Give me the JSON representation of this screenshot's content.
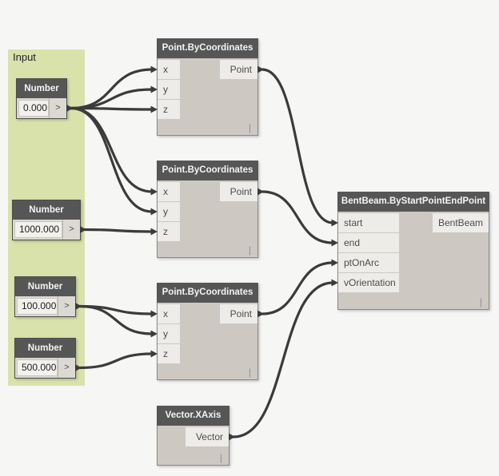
{
  "colors": {
    "background": "#f6f6f5",
    "group_fill": "#d9e2ab",
    "node_header": "#565656",
    "node_body": "#cdc9c2",
    "port_fill": "#edece8",
    "wire": "#3b3b3b"
  },
  "group": {
    "label": "Input"
  },
  "nodes": {
    "number1": {
      "title": "Number",
      "value": "0.000",
      "port_glyph": ">",
      "output": ""
    },
    "number2": {
      "title": "Number",
      "value": "1000.000",
      "port_glyph": ">",
      "output": ""
    },
    "number3": {
      "title": "Number",
      "value": "100.000",
      "port_glyph": ">",
      "output": ""
    },
    "number4": {
      "title": "Number",
      "value": "500.000",
      "port_glyph": ">",
      "output": ""
    },
    "point1": {
      "title": "Point.ByCoordinates",
      "inputs": [
        "x",
        "y",
        "z"
      ],
      "output": "Point",
      "lacing": "|"
    },
    "point2": {
      "title": "Point.ByCoordinates",
      "inputs": [
        "x",
        "y",
        "z"
      ],
      "output": "Point",
      "lacing": "|"
    },
    "point3": {
      "title": "Point.ByCoordinates",
      "inputs": [
        "x",
        "y",
        "z"
      ],
      "output": "Point",
      "lacing": "|"
    },
    "bentbeam": {
      "title": "BentBeam.ByStartPointEndPoint",
      "inputs": [
        "start",
        "end",
        "ptOnArc",
        "vOrientation"
      ],
      "output": "BentBeam",
      "lacing": "|"
    },
    "vector": {
      "title": "Vector.XAxis",
      "inputs": [],
      "output": "Vector",
      "lacing": "|"
    }
  },
  "wires": [
    {
      "from": "number1.out",
      "to": "point1.x"
    },
    {
      "from": "number1.out",
      "to": "point1.y"
    },
    {
      "from": "number1.out",
      "to": "point1.z"
    },
    {
      "from": "number1.out",
      "to": "point2.x"
    },
    {
      "from": "number1.out",
      "to": "point2.y"
    },
    {
      "from": "number2.out",
      "to": "point2.z"
    },
    {
      "from": "number3.out",
      "to": "point3.x"
    },
    {
      "from": "number3.out",
      "to": "point3.y"
    },
    {
      "from": "number4.out",
      "to": "point3.z"
    },
    {
      "from": "point1.out",
      "to": "bentbeam.start"
    },
    {
      "from": "point2.out",
      "to": "bentbeam.end"
    },
    {
      "from": "point3.out",
      "to": "bentbeam.ptOnArc"
    },
    {
      "from": "vector.out",
      "to": "bentbeam.vOrientation"
    }
  ]
}
